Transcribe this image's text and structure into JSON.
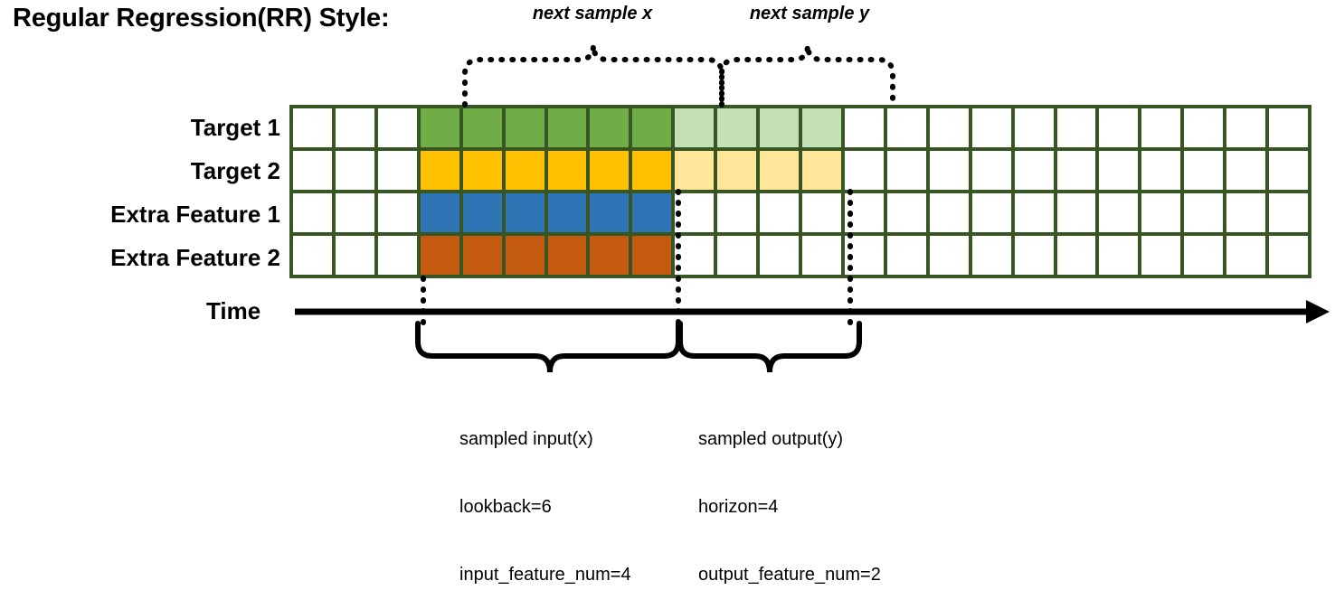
{
  "title": "Regular Regression(RR) Style:",
  "top_braces": [
    {
      "label": "next sample x"
    },
    {
      "label": "next sample y"
    }
  ],
  "rows": [
    {
      "label": "Target 1",
      "fill": "#70AD47",
      "light_fill": "#C5E0B4",
      "has_output": true
    },
    {
      "label": "Target 2",
      "fill": "#FFC000",
      "light_fill": "#FFE699",
      "has_output": true
    },
    {
      "label": "Extra Feature 1",
      "fill": "#2E75B6",
      "light_fill": "#FFFFFF",
      "has_output": false
    },
    {
      "label": "Extra Feature 2",
      "fill": "#C55A11",
      "light_fill": "#FFFFFF",
      "has_output": false
    }
  ],
  "grid": {
    "columns": 24,
    "lead_blank_columns": 3,
    "input_columns": 6,
    "output_columns": 4,
    "trailing_blank_columns": 11,
    "border_color": "#375623",
    "empty_color": "#FFFFFF"
  },
  "axis": {
    "label": "Time"
  },
  "bottom_notes": [
    {
      "line1": "sampled input(x)",
      "line2": "lookback=6",
      "line3": "input_feature_num=4"
    },
    {
      "line1": "sampled output(y)",
      "line2": "horizon=4",
      "line3": "output_feature_num=2"
    }
  ]
}
